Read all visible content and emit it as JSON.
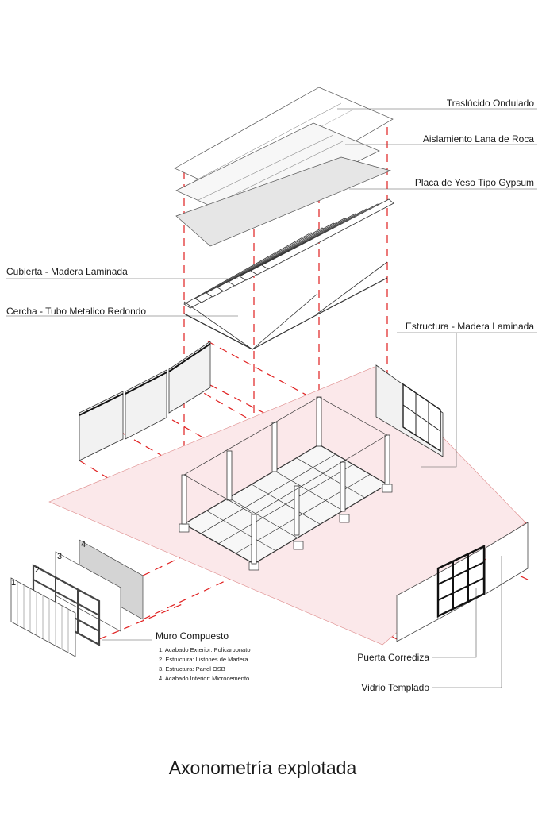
{
  "title": "Axonometría explotada",
  "labels": {
    "translucido": "Traslúcido Ondulado",
    "aislamiento": "Aislamiento Lana de Roca",
    "placa": "Placa de Yeso Tipo Gypsum",
    "cubierta": "Cubierta - Madera Laminada",
    "cercha": "Cercha - Tubo Metalico Redondo",
    "estructura": "Estructura - Madera Laminada",
    "puerta": "Puerta Corrediza",
    "vidrio": "Vidrio Templado"
  },
  "muro": {
    "heading": "Muro Compuesto",
    "items": [
      "1. Acabado Exterior: Policarbonato",
      "2. Estructura: Listones de Madera",
      "3. Estructura: Panel OSB",
      "4. Acabado Interior: Microcemento"
    ],
    "layer_numbers": [
      "1",
      "2",
      "3",
      "4"
    ]
  },
  "colors": {
    "accent_red": "#e02020",
    "floor_pink": "#fbe8ea",
    "panel_gray": "#d9d9d9"
  }
}
